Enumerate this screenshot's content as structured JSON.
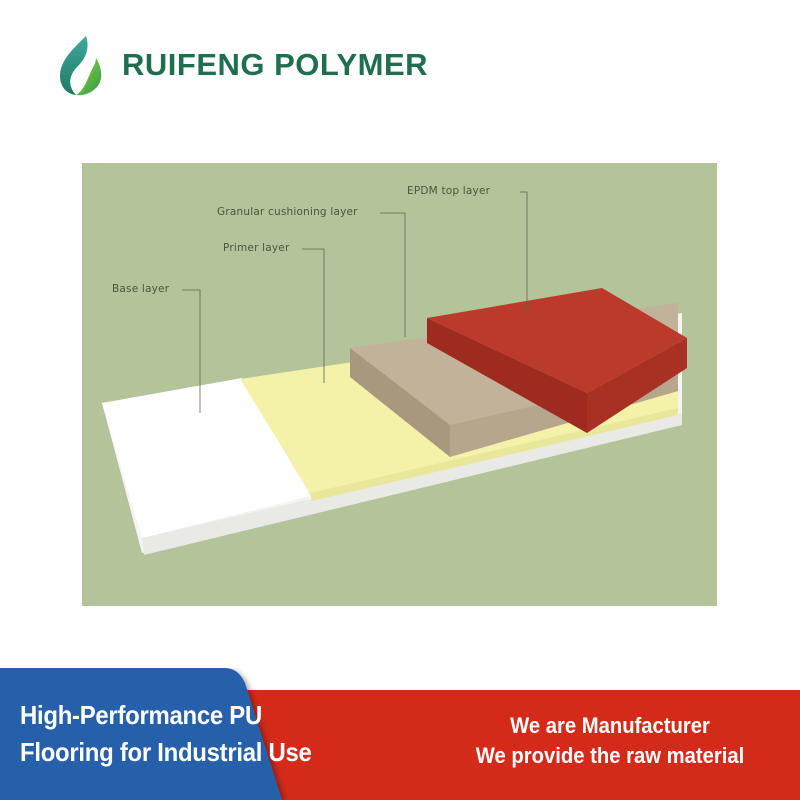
{
  "brand": {
    "name": "RUIFENG POLYMER",
    "logo_icon": "green-leaf-drop-icon",
    "color": "#1f6e4e"
  },
  "diagram": {
    "background": "#b3c39a",
    "layers": [
      {
        "label": "Base layer",
        "color": "#ffffff"
      },
      {
        "label": "Primer layer",
        "color": "#f3f2a8"
      },
      {
        "label": "Granular cushioning layer",
        "color": "#bfae95"
      },
      {
        "label": "EPDM top layer",
        "color": "#b9372b"
      }
    ]
  },
  "banner": {
    "left": {
      "line1": "High-Performance PU",
      "line2": "Flooring for Industrial Use",
      "color": "#2660ab"
    },
    "right": {
      "line1": "We are Manufacturer",
      "line2": "We provide the raw material",
      "color": "#d42a1a"
    }
  }
}
